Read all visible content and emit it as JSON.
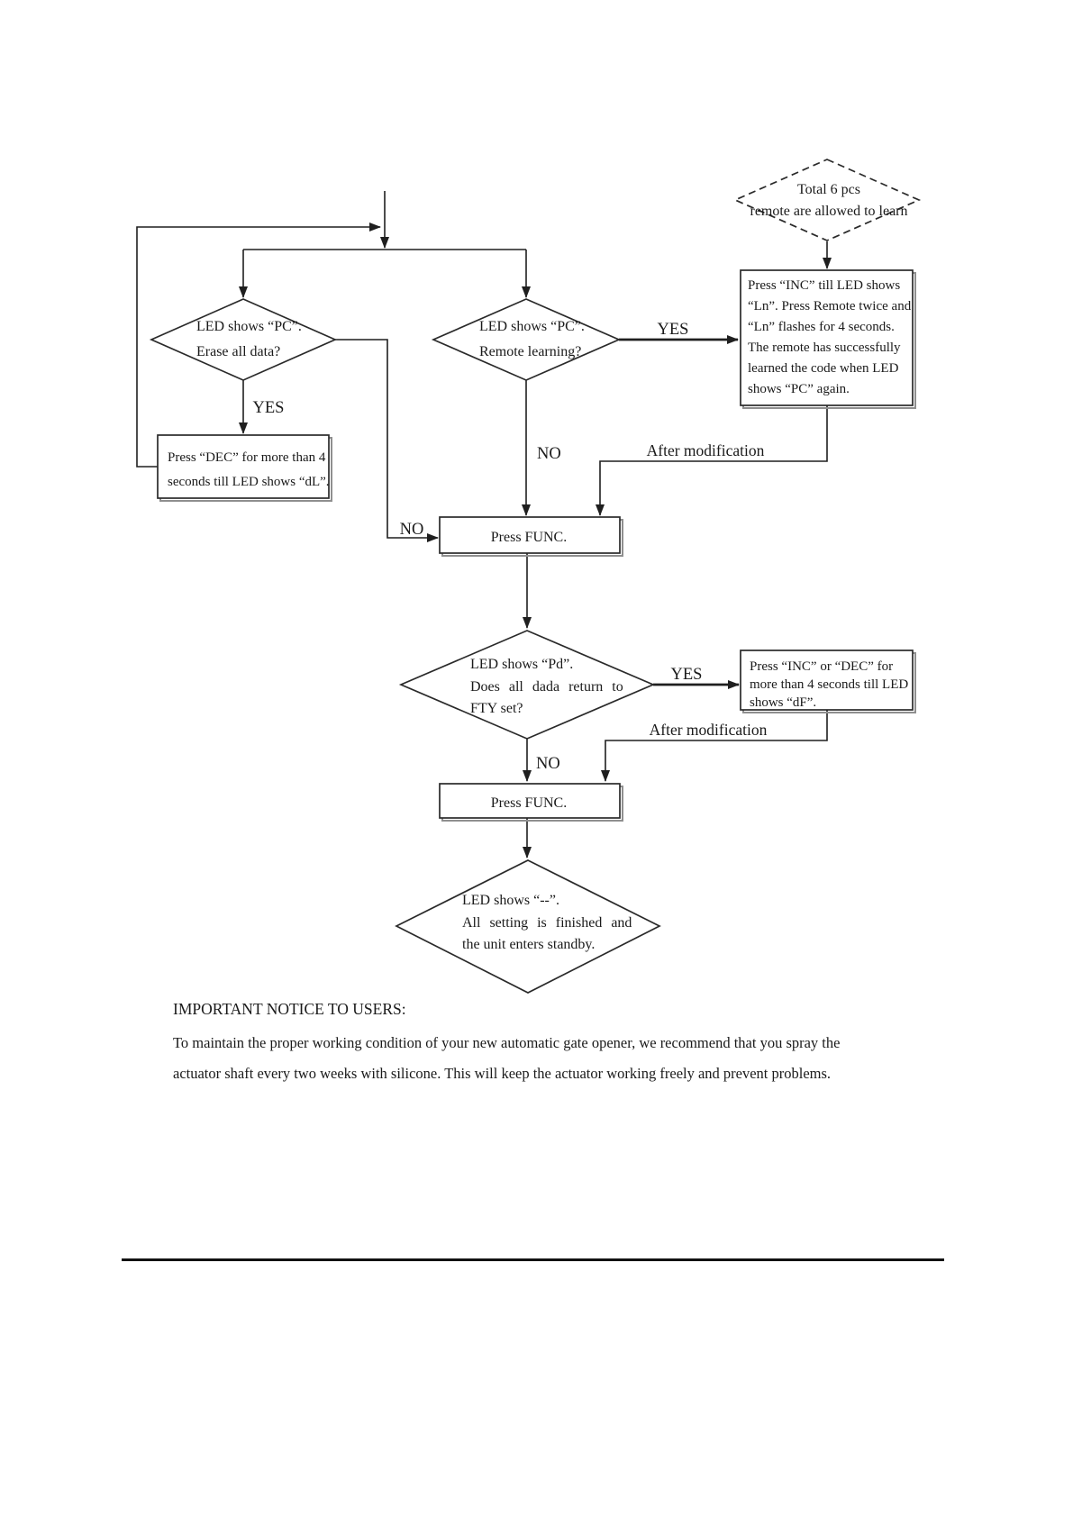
{
  "flowchart": {
    "entry_diamond": {
      "line1": "Total 6 pcs",
      "line2": "remote are allowed to learn"
    },
    "inc_box": {
      "line1": "Press “INC” till LED shows",
      "line2": "“Ln”. Press Remote twice and",
      "line3": "“Ln” flashes for 4 seconds.",
      "line4": "The remote has successfully",
      "line5": "learned the code when LED",
      "line6": "shows “PC” again."
    },
    "erase_diamond": {
      "line1": "LED shows “PC”.",
      "line2": "Erase all data?"
    },
    "remote_diamond": {
      "line1": "LED shows “PC”.",
      "line2": "Remote learning?"
    },
    "dec_box": {
      "line1": "Press “DEC” for more than 4",
      "line2": "seconds till LED shows “dL”."
    },
    "func_box_1": {
      "label": "Press FUNC."
    },
    "pd_diamond": {
      "line1": "LED shows “Pd”.",
      "line2": "Does all dada return to",
      "line3": "FTY set?"
    },
    "df_box": {
      "line1": "Press “INC” or “DEC” for",
      "line2": "more than 4 seconds till LED",
      "line3": "shows “dF”."
    },
    "func_box_2": {
      "label": "Press FUNC."
    },
    "standby_diamond": {
      "line1": "LED shows “--”.",
      "line2": "All setting is finished and",
      "line3": "the unit enters standby."
    },
    "labels": {
      "yes_erase": "YES",
      "yes_remote": "YES",
      "no_remote": "NO",
      "no_erase": "NO",
      "after_modification_1": "After modification",
      "yes_pd": "YES",
      "no_pd": "NO",
      "after_modification_2": "After modification"
    }
  },
  "notice": {
    "heading": "IMPORTANT NOTICE TO USERS:",
    "line1": "To maintain the proper working condition of your new automatic gate opener, we recommend that you spray the",
    "line2": "actuator shaft every two weeks with silicone. This will keep the actuator working freely and prevent problems."
  },
  "colors": {
    "ink": "#1a1a1a",
    "paper": "#ffffff"
  }
}
